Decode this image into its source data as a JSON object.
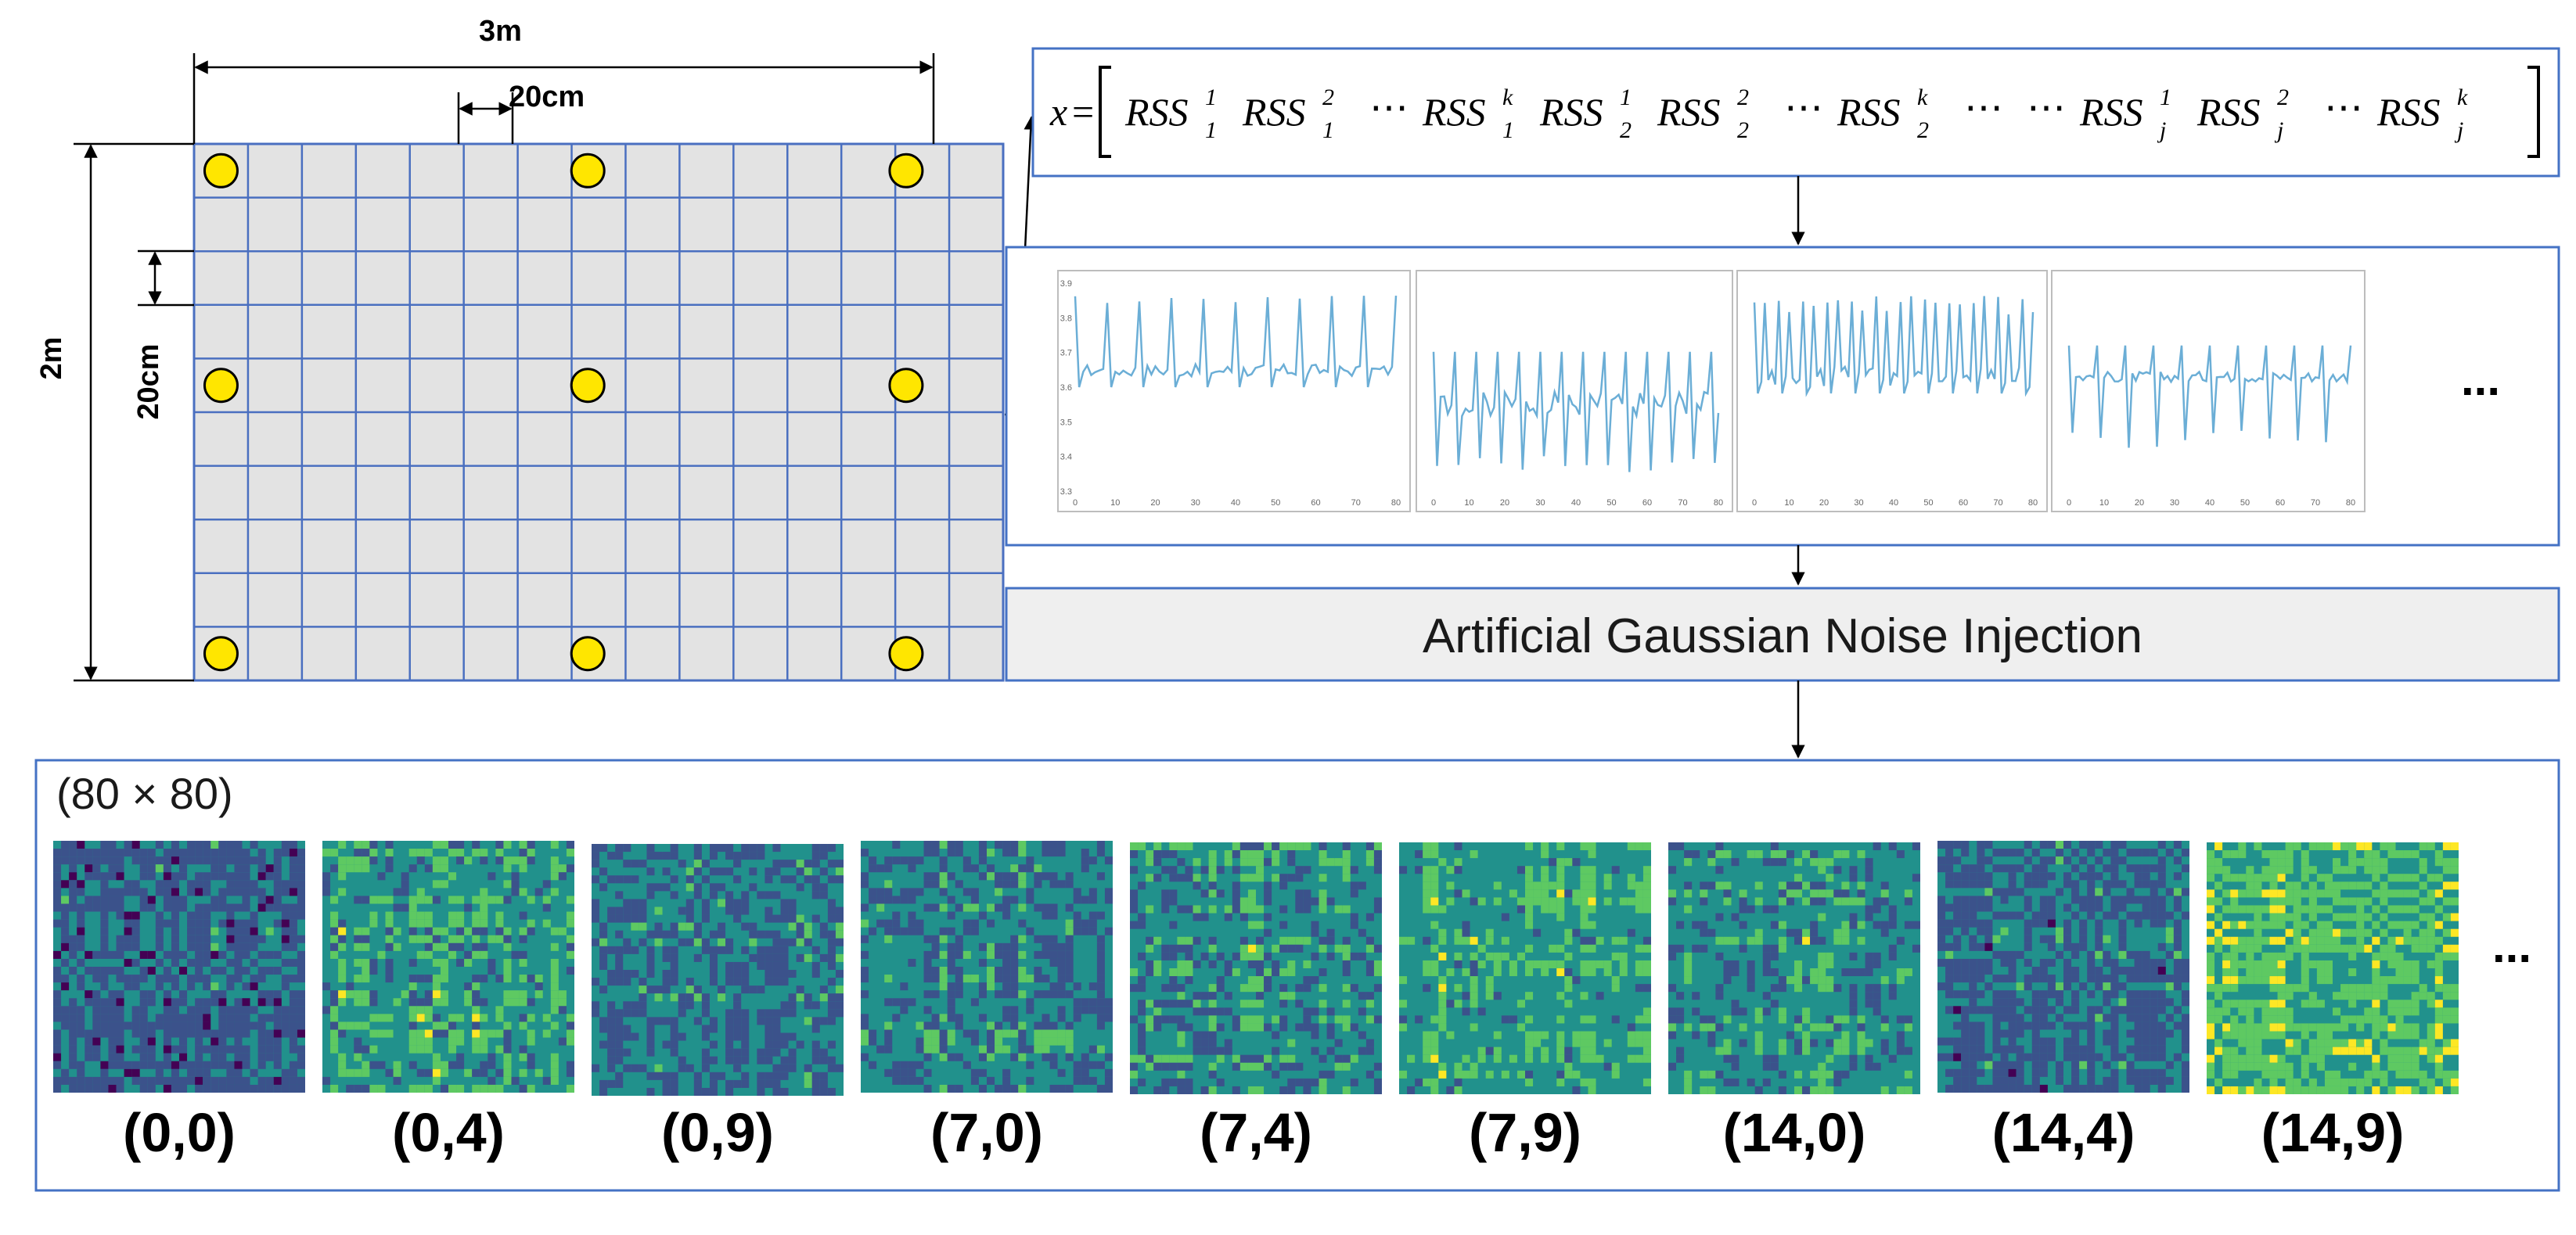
{
  "room": {
    "width_label": "3m",
    "height_label": "2m",
    "cell_width_label": "20cm",
    "cell_height_label": "20cm",
    "grid_cols": 15,
    "grid_rows": 10,
    "anchor_color": "#ffe600",
    "grid_line_color": "#4a6fc0",
    "grid_fill_color": "#e3e3e3"
  },
  "formula": {
    "lhs": "x",
    "eq": "=",
    "terms": [
      {
        "base": "RSS",
        "sup": "1",
        "sub": "1"
      },
      {
        "base": "RSS",
        "sup": "2",
        "sub": "1"
      },
      {
        "ellipsis": "⋯"
      },
      {
        "base": "RSS",
        "sup": "k",
        "sub": "1"
      },
      {
        "base": "RSS",
        "sup": "1",
        "sub": "2"
      },
      {
        "base": "RSS",
        "sup": "2",
        "sub": "2"
      },
      {
        "ellipsis": "⋯"
      },
      {
        "base": "RSS",
        "sup": "k",
        "sub": "2"
      },
      {
        "ellipsis": "⋯"
      },
      {
        "ellipsis": "⋯"
      },
      {
        "base": "RSS",
        "sup": "1",
        "sub": "j"
      },
      {
        "base": "RSS",
        "sup": "2",
        "sub": "j"
      },
      {
        "ellipsis": "⋯"
      },
      {
        "base": "RSS",
        "sup": "k",
        "sub": "j"
      }
    ]
  },
  "signals": {
    "plots": [
      {
        "x_ticks": [
          "0",
          "10",
          "20",
          "30",
          "40",
          "50",
          "60",
          "70",
          "80"
        ],
        "y_ticks": [
          "3.9",
          "3.8",
          "3.7",
          "3.6",
          "3.5",
          "3.4",
          "3.3"
        ]
      },
      {
        "x_ticks": [
          "0",
          "10",
          "20",
          "30",
          "40",
          "50",
          "60",
          "70",
          "80"
        ]
      },
      {
        "x_ticks": [
          "0",
          "10",
          "20",
          "30",
          "40",
          "50",
          "60",
          "70",
          "80"
        ]
      },
      {
        "x_ticks": [
          "0",
          "10",
          "20",
          "30",
          "40",
          "50",
          "60",
          "70",
          "80"
        ]
      }
    ],
    "more_label": "..."
  },
  "noise": {
    "label": "Artificial Gaussian Noise Injection"
  },
  "images": {
    "size_label": "(80 × 80)",
    "captions": [
      "(0,0)",
      "(0,4)",
      "(0,9)",
      "(7,0)",
      "(7,4)",
      "(7,9)",
      "(14,0)",
      "(14,4)",
      "(14,9)"
    ],
    "more_label": "...",
    "colormap": [
      "#440154",
      "#3b528b",
      "#21918c",
      "#5ec962",
      "#fde725"
    ]
  },
  "colors": {
    "panel_border": "#4472c4",
    "signal_line": "#6baed6",
    "noise_fill": "#efefef"
  }
}
